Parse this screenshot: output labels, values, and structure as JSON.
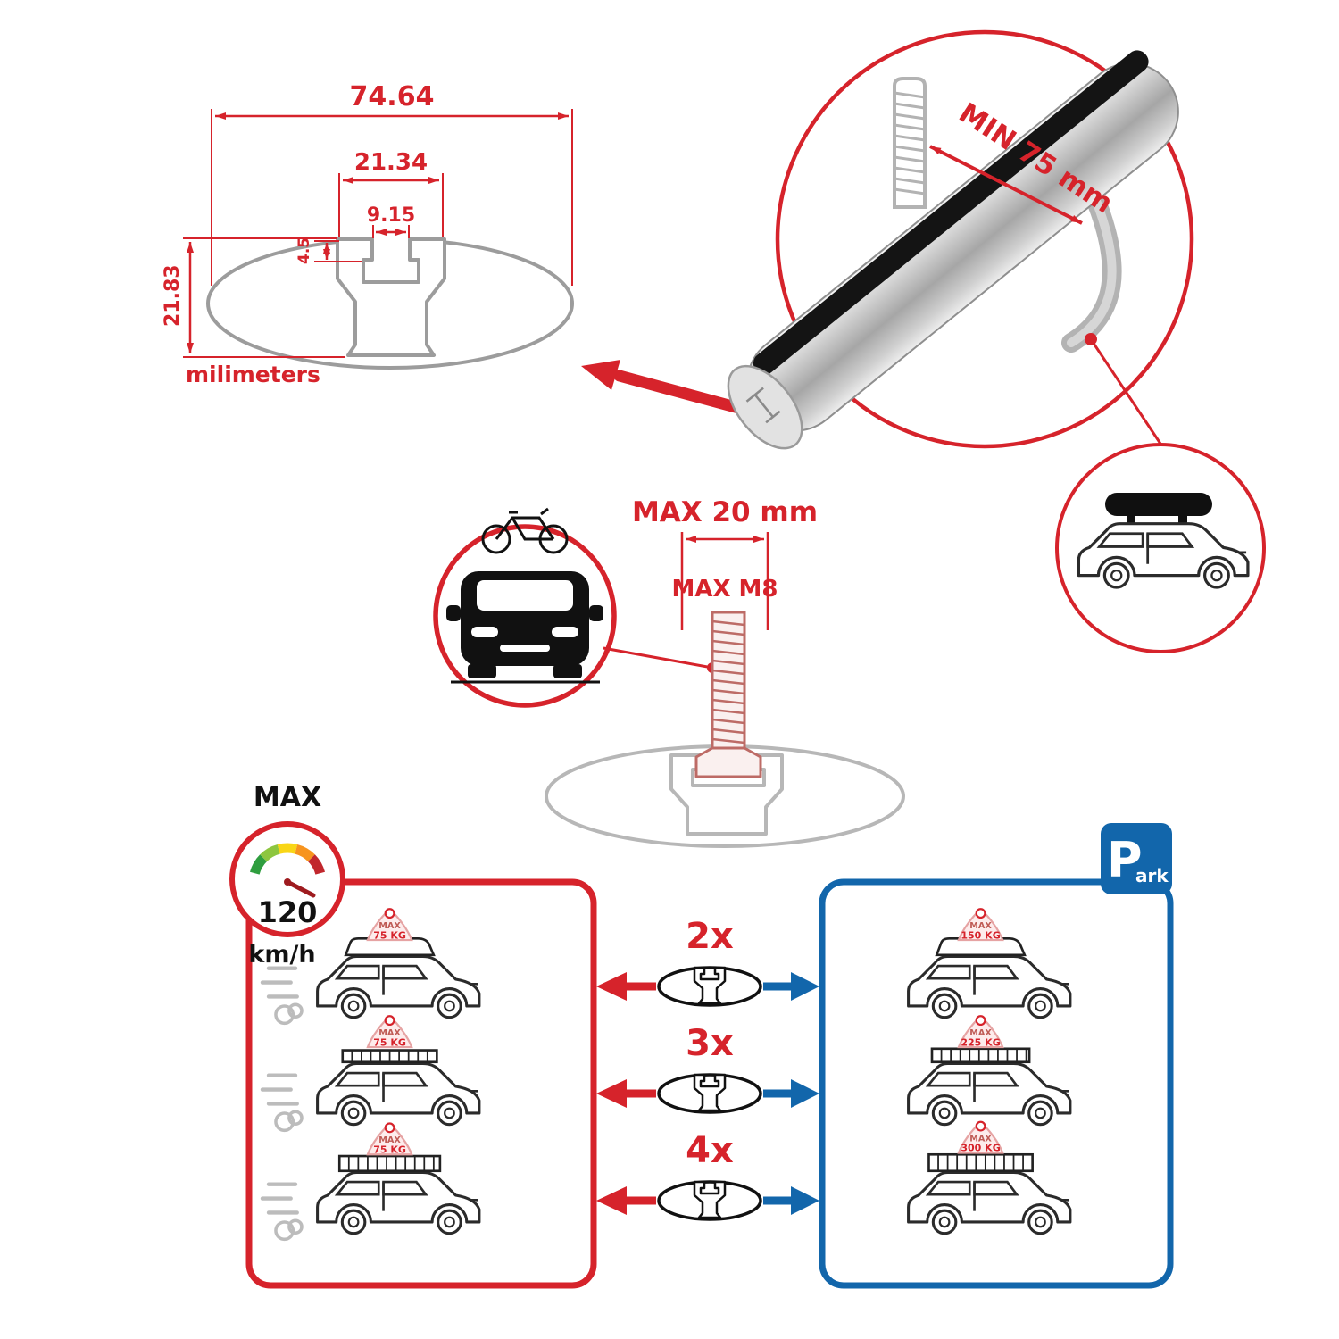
{
  "colors": {
    "red": "#d6232b",
    "blue": "#1266ab",
    "gray": "#9c9c9c",
    "black": "#111111"
  },
  "cross_section": {
    "total_width": "74.64",
    "channel_width": "21.34",
    "slot_width": "9.15",
    "lip_depth": "4.5",
    "height": "21.83",
    "unit_label": "milimeters"
  },
  "bar_view": {
    "min_span_label": "MIN 75 mm"
  },
  "bolt_view": {
    "max_width_label": "MAX 20 mm",
    "max_thread_label": "MAX M8"
  },
  "speed_limit": {
    "label": "MAX",
    "value": "120",
    "unit": "km/h"
  },
  "park_sign": {
    "letter": "P",
    "rest": "ark"
  },
  "comparison": {
    "multipliers": [
      "2x",
      "3x",
      "4x"
    ],
    "driving_cars": [
      {
        "tag_label": "MAX",
        "tag_value": "75 KG"
      },
      {
        "tag_label": "MAX",
        "tag_value": "75 KG"
      },
      {
        "tag_label": "MAX",
        "tag_value": "75 KG"
      }
    ],
    "parked_cars": [
      {
        "tag_label": "MAX",
        "tag_value": "150 KG"
      },
      {
        "tag_label": "MAX",
        "tag_value": "225 KG"
      },
      {
        "tag_label": "MAX",
        "tag_value": "300 KG"
      }
    ]
  }
}
